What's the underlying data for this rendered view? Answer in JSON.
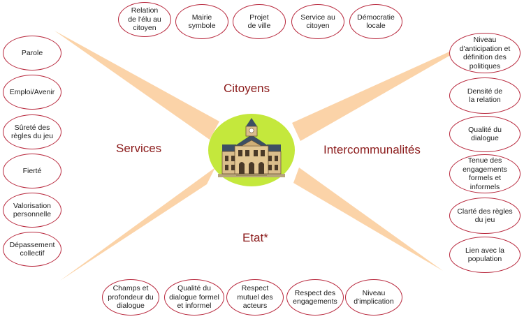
{
  "center": {
    "labels": {
      "top": "Citoyens",
      "left": "Services",
      "right": "Intercommunalités",
      "bottom": "Etat*"
    },
    "hub_color": "#c4e83c",
    "ray_color": "#fbd3a8",
    "icon": "town-hall-icon"
  },
  "ovals": {
    "top": [
      "Relation\nde l'élu au\ncitoyen",
      "Mairie\nsymbole",
      "Projet\nde ville",
      "Service au\ncitoyen",
      "Démocratie\nlocale"
    ],
    "left": [
      "Parole",
      "Emploi/Avenir",
      "Sûreté des\nrègles du jeu",
      "Fierté",
      "Valorisation\npersonnelle",
      "Dépassement\ncollectif"
    ],
    "right": [
      "Niveau\nd'anticipation et\ndéfinition des\npolitiques",
      "Densité de\nla relation",
      "Qualité du\ndialogue",
      "Tenue des\nengagements\nformels et informels",
      "Clarté des règles\ndu jeu",
      "Lien avec la\npopulation"
    ],
    "bottom": [
      "Champs et\nprofondeur du\ndialogue",
      "Qualité du\ndialogue formel\net informel",
      "Respect\nmutuel des\nacteurs",
      "Respect des\nengagements",
      "Niveau\nd'implication"
    ]
  },
  "oval_border_color": "#b8283d",
  "label_color": "#8b1a1a"
}
